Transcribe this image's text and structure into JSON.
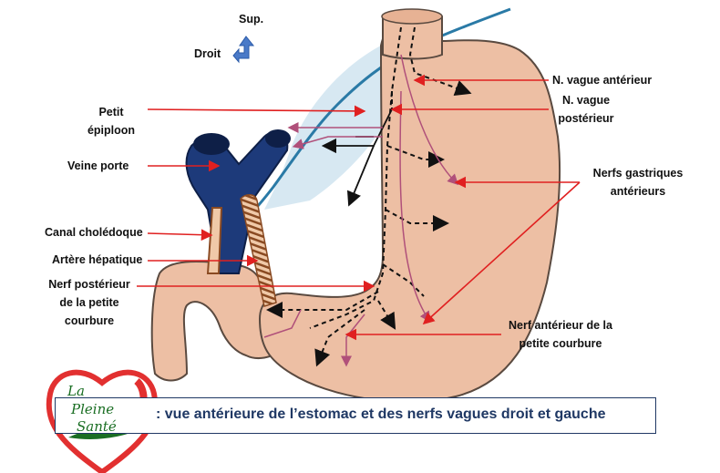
{
  "orientation": {
    "up_label": "Sup.",
    "right_label": "Droit",
    "arrow_icon": "corner-arrow-icon",
    "arrow_color": "#4a7ac8"
  },
  "labels": {
    "petit_epiploon": [
      "Petit",
      "épiploon"
    ],
    "veine_porte": "Veine porte",
    "canal_choledoque": "Canal cholédoque",
    "artere_hepatique": "Artère hépatique",
    "nerf_posterieur": [
      "Nerf postérieur",
      "de la petite",
      "courbure"
    ],
    "n_vague_anterieur": "N. vague antérieur",
    "n_vague_posterieur": [
      "N. vague",
      "postérieur"
    ],
    "nerfs_gastriques": [
      "Nerfs gastriques",
      "antérieurs"
    ],
    "nerf_anterieur_petite": [
      "Nerf antérieur de la",
      "petite courbure"
    ]
  },
  "caption": ": vue antérieure de l’estomac et des nerfs vagues droit et gauche",
  "logo": {
    "line1": "La",
    "line2": "Pleine",
    "line3": "Santé",
    "icon": "heart-logo-icon"
  },
  "colors": {
    "stomach": "#edbfa4",
    "stomach_outline": "#5a4a40",
    "vein": "#1d3a7a",
    "omentum": "#d7e8f2",
    "omentum_edge": "#2a7aa6",
    "pointer": "#e02020",
    "nerve": "#111111",
    "pink_nerve": "#b0507a",
    "caption": "#1f3864",
    "logo_red": "#e23030",
    "logo_green": "#1a6e23"
  }
}
